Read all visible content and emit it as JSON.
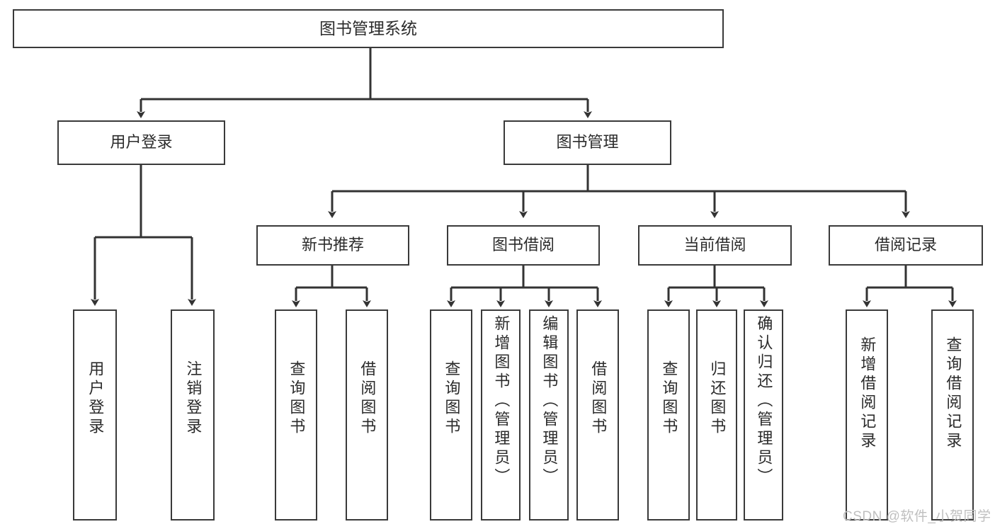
{
  "diagram": {
    "title": "图书管理系统",
    "type": "tree-hierarchy-chart",
    "orientation": "top-down",
    "colors": {
      "box_border": "#3a3a3a",
      "box_fill": "#ffffff",
      "connector": "#333333",
      "text": "#2b2b2b",
      "watermark": "#bfbfbf",
      "background": "#ffffff"
    }
  },
  "root": {
    "id": "root",
    "label": "图书管理系统"
  },
  "level2": [
    {
      "id": "user-login",
      "label": "用户登录"
    },
    {
      "id": "book-manage",
      "label": "图书管理"
    }
  ],
  "level3": [
    {
      "id": "new-book-recommend",
      "label": "新书推荐",
      "parent": "book-manage"
    },
    {
      "id": "book-borrow",
      "label": "图书借阅",
      "parent": "book-manage"
    },
    {
      "id": "current-borrow",
      "label": "当前借阅",
      "parent": "book-manage"
    },
    {
      "id": "borrow-record",
      "label": "借阅记录",
      "parent": "book-manage"
    }
  ],
  "leaves": [
    {
      "id": "leaf-user-login",
      "label": "用户登录",
      "parent": "user-login"
    },
    {
      "id": "leaf-logout",
      "label": "注销登录",
      "parent": "user-login"
    },
    {
      "id": "leaf-query-book-1",
      "label": "查询图书",
      "parent": "new-book-recommend"
    },
    {
      "id": "leaf-borrow-book-1",
      "label": "借阅图书",
      "parent": "new-book-recommend"
    },
    {
      "id": "leaf-query-book-2",
      "label": "查询图书",
      "parent": "book-borrow"
    },
    {
      "id": "leaf-add-book",
      "label": "新增图书（管理员）",
      "parent": "book-borrow"
    },
    {
      "id": "leaf-edit-book",
      "label": "编辑图书（管理员）",
      "parent": "book-borrow"
    },
    {
      "id": "leaf-borrow-book-2",
      "label": "借阅图书",
      "parent": "book-borrow"
    },
    {
      "id": "leaf-query-book-3",
      "label": "查询图书",
      "parent": "current-borrow"
    },
    {
      "id": "leaf-return-book",
      "label": "归还图书",
      "parent": "current-borrow"
    },
    {
      "id": "leaf-confirm-return",
      "label": "确认归还（管理员）",
      "parent": "current-borrow"
    },
    {
      "id": "leaf-add-record",
      "label": "新增借阅记录",
      "parent": "borrow-record"
    },
    {
      "id": "leaf-query-record",
      "label": "查询借阅记录",
      "parent": "borrow-record"
    }
  ],
  "watermark": {
    "text": "CSDN @软件_小贺同学"
  }
}
